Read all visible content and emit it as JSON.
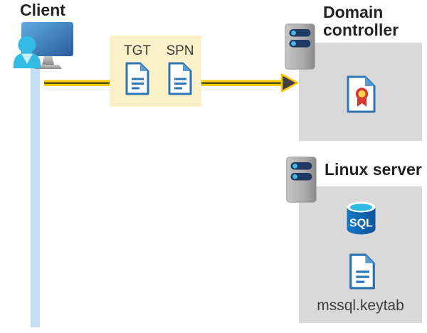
{
  "client": {
    "label": "Client"
  },
  "tickets": {
    "tgt_label": "TGT",
    "spn_label": "SPN"
  },
  "domain_controller": {
    "label": "Domain controller"
  },
  "linux_server": {
    "label": "Linux server",
    "sql_badge": "SQL",
    "keytab_file": "mssql.keytab"
  },
  "icons": {
    "client": "person-at-monitor-icon",
    "timeline": "client-timeline-bar",
    "arrow": "auth-request-arrow",
    "ticket": "document-icon",
    "server": "server-tower-icon",
    "certificate": "certificate-icon",
    "database": "sql-database-icon",
    "keytab": "document-icon"
  },
  "colors": {
    "arrow_yellow": "#FFC800",
    "arrow_core_dark": "#53531A",
    "arrowhead_dark": "#3F3F41",
    "ticket_box_bg": "#FAF1C8",
    "panel_bg": "#D9D9D9",
    "doc_blue": "#2E75B6",
    "doc_fold_blue": "#5B9BD5",
    "person_cyan": "#31BBE5",
    "timeline_blue": "#C5DDF5",
    "server_pill_navy": "#1F3864",
    "server_dot_cyan": "#43BCE8",
    "sql_body_blue": "#0F63AC",
    "sql_top_cyan": "#2FBBE0",
    "cert_red": "#D23B2E",
    "cert_yellow": "#FFD34D"
  }
}
